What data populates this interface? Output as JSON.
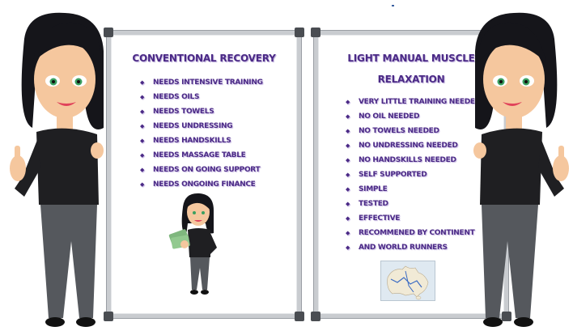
{
  "left_board": {
    "title": "CONVENTIONAL RECOVERY",
    "items": [
      "NEEDS INTENSIVE TRAINING",
      "NEEDS OILS",
      "NEEDS TOWELS",
      "NEEDS UNDRESSING",
      "NEEDS HANDSKILLS",
      "NEEDS MASSAGE TABLE",
      "NEEDS ON GOING SUPPORT",
      "NEEDS ONGOING  FINANCE"
    ]
  },
  "right_board": {
    "title_line1": "LIGHT MANUAL MUSCLE",
    "title_line2": "RELAXATION",
    "items": [
      "VERY LITTLE TRAINING NEEDED",
      "NO OIL NEEDED",
      "NO TOWELS NEEDED",
      "NO UNDRESSING NEEDED",
      "NO HANDSKILLS NEEDED",
      "SELF SUPPORTED",
      "SIMPLE",
      "TESTED",
      "EFFECTIVE",
      "RECOMMENED BY CONTINENT",
      "AND WORLD RUNNERS"
    ]
  },
  "colors": {
    "text_purple": "#4b2a86",
    "board_frame": "#c9ccd0",
    "hair": "#15151a",
    "skin": "#f5c79e",
    "shirt": "#1f1f22",
    "pants": "#55585d",
    "money": "#7fb77e"
  },
  "icons": {
    "woman_left": "cartoon-woman-thumbs-up",
    "woman_right": "cartoon-woman-thumbs-up",
    "woman_small": "cartoon-woman-holding-money",
    "map": "australia-map"
  }
}
